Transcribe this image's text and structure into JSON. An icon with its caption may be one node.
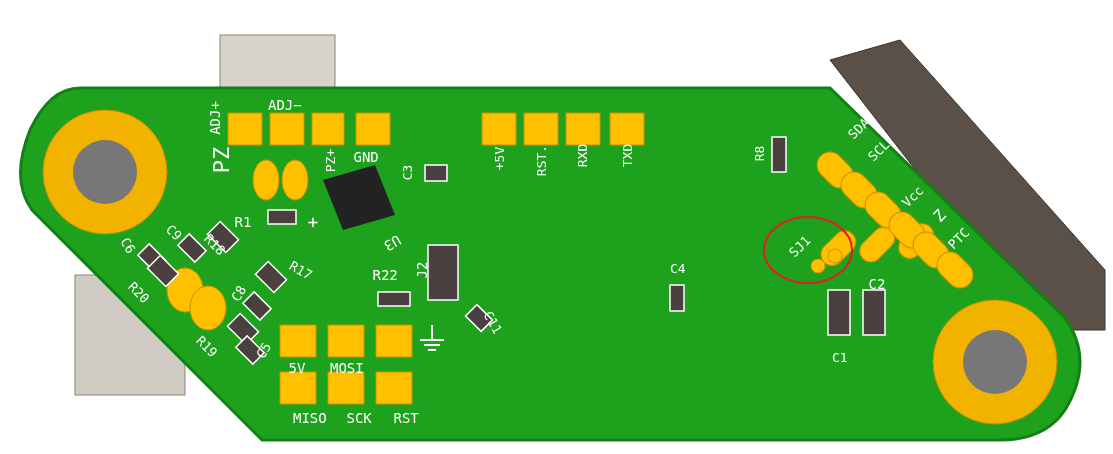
{
  "diagram": {
    "labels": [
      "ADJ+",
      "ADJ−",
      "PZ",
      "PZ+",
      "GND",
      "+5V",
      "RST.",
      "RXD",
      "TXD",
      "R8",
      "SDA",
      "SCL",
      "C3",
      "Vcc",
      "Z",
      "PTC",
      "R1",
      "+",
      "C6",
      "C9",
      "R18",
      "U3",
      "SJ1",
      "R17",
      "R20",
      "C4",
      "R22",
      "J2",
      "C8",
      "C2",
      "C11",
      "R19",
      "C5",
      "5V",
      "MOSI",
      "C1",
      "MISO",
      "SCK",
      "RST"
    ]
  }
}
